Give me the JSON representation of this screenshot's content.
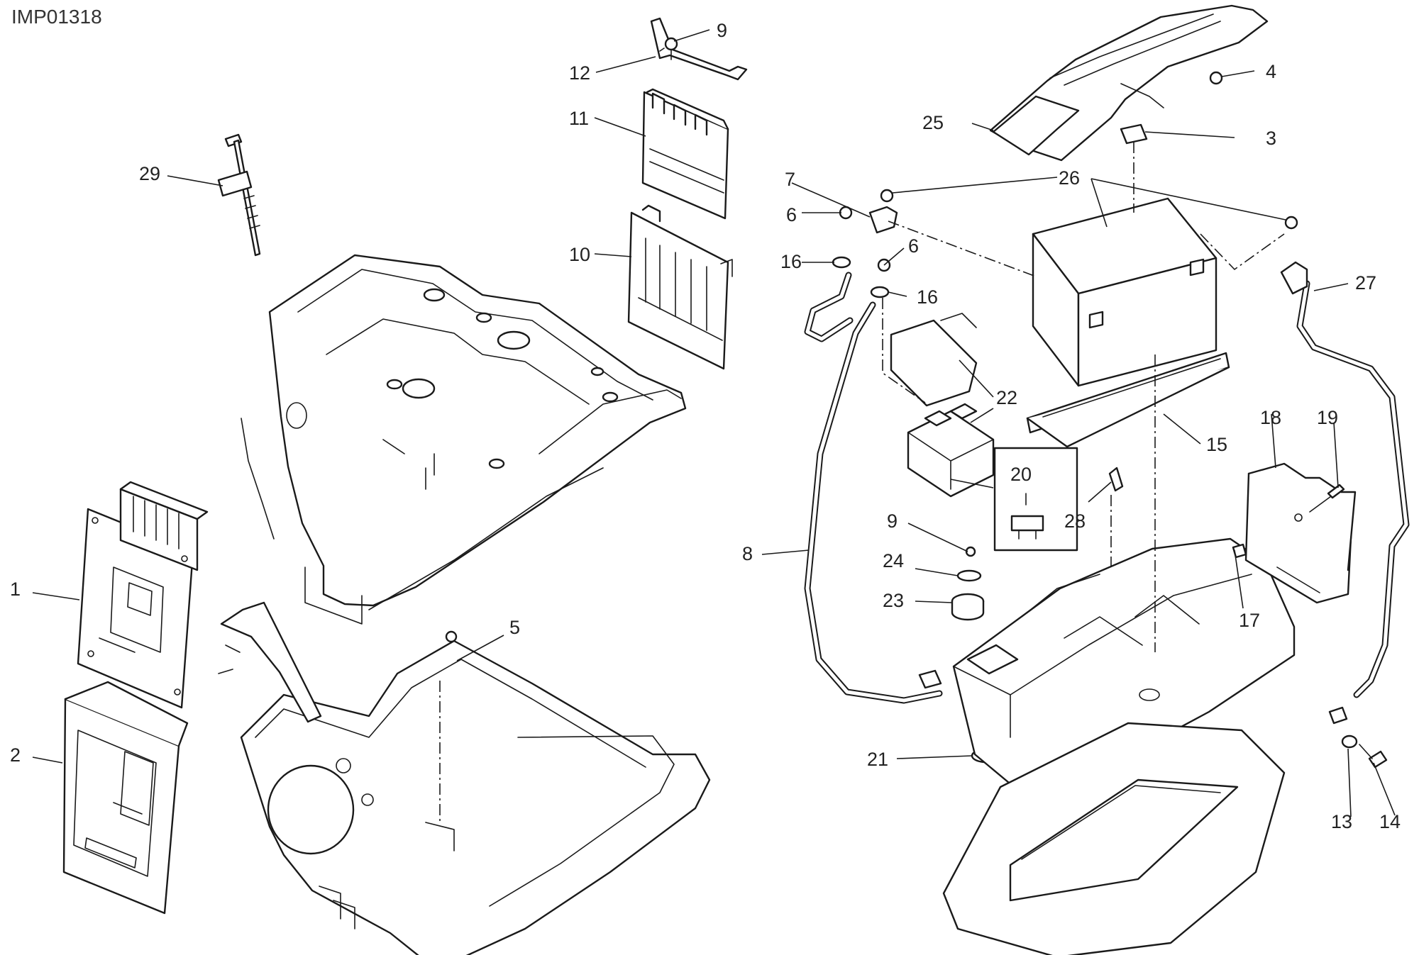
{
  "diagram": {
    "code": "IMP01318",
    "callouts": [
      {
        "id": "c1",
        "text": "1"
      },
      {
        "id": "c2",
        "text": "2"
      },
      {
        "id": "c3",
        "text": "3"
      },
      {
        "id": "c4",
        "text": "4"
      },
      {
        "id": "c5",
        "text": "5"
      },
      {
        "id": "c6a",
        "text": "6"
      },
      {
        "id": "c6b",
        "text": "6"
      },
      {
        "id": "c7",
        "text": "7"
      },
      {
        "id": "c8",
        "text": "8"
      },
      {
        "id": "c9a",
        "text": "9"
      },
      {
        "id": "c9b",
        "text": "9"
      },
      {
        "id": "c10",
        "text": "10"
      },
      {
        "id": "c11",
        "text": "11"
      },
      {
        "id": "c12",
        "text": "12"
      },
      {
        "id": "c13",
        "text": "13"
      },
      {
        "id": "c14",
        "text": "14"
      },
      {
        "id": "c15",
        "text": "15"
      },
      {
        "id": "c16a",
        "text": "16"
      },
      {
        "id": "c16b",
        "text": "16"
      },
      {
        "id": "c17",
        "text": "17"
      },
      {
        "id": "c18",
        "text": "18"
      },
      {
        "id": "c19",
        "text": "19"
      },
      {
        "id": "c20",
        "text": "20"
      },
      {
        "id": "c21",
        "text": "21"
      },
      {
        "id": "c22",
        "text": "22"
      },
      {
        "id": "c23",
        "text": "23"
      },
      {
        "id": "c24",
        "text": "24"
      },
      {
        "id": "c25",
        "text": "25"
      },
      {
        "id": "c26",
        "text": "26"
      },
      {
        "id": "c27",
        "text": "27"
      },
      {
        "id": "c28",
        "text": "28"
      },
      {
        "id": "c29",
        "text": "29"
      }
    ]
  }
}
